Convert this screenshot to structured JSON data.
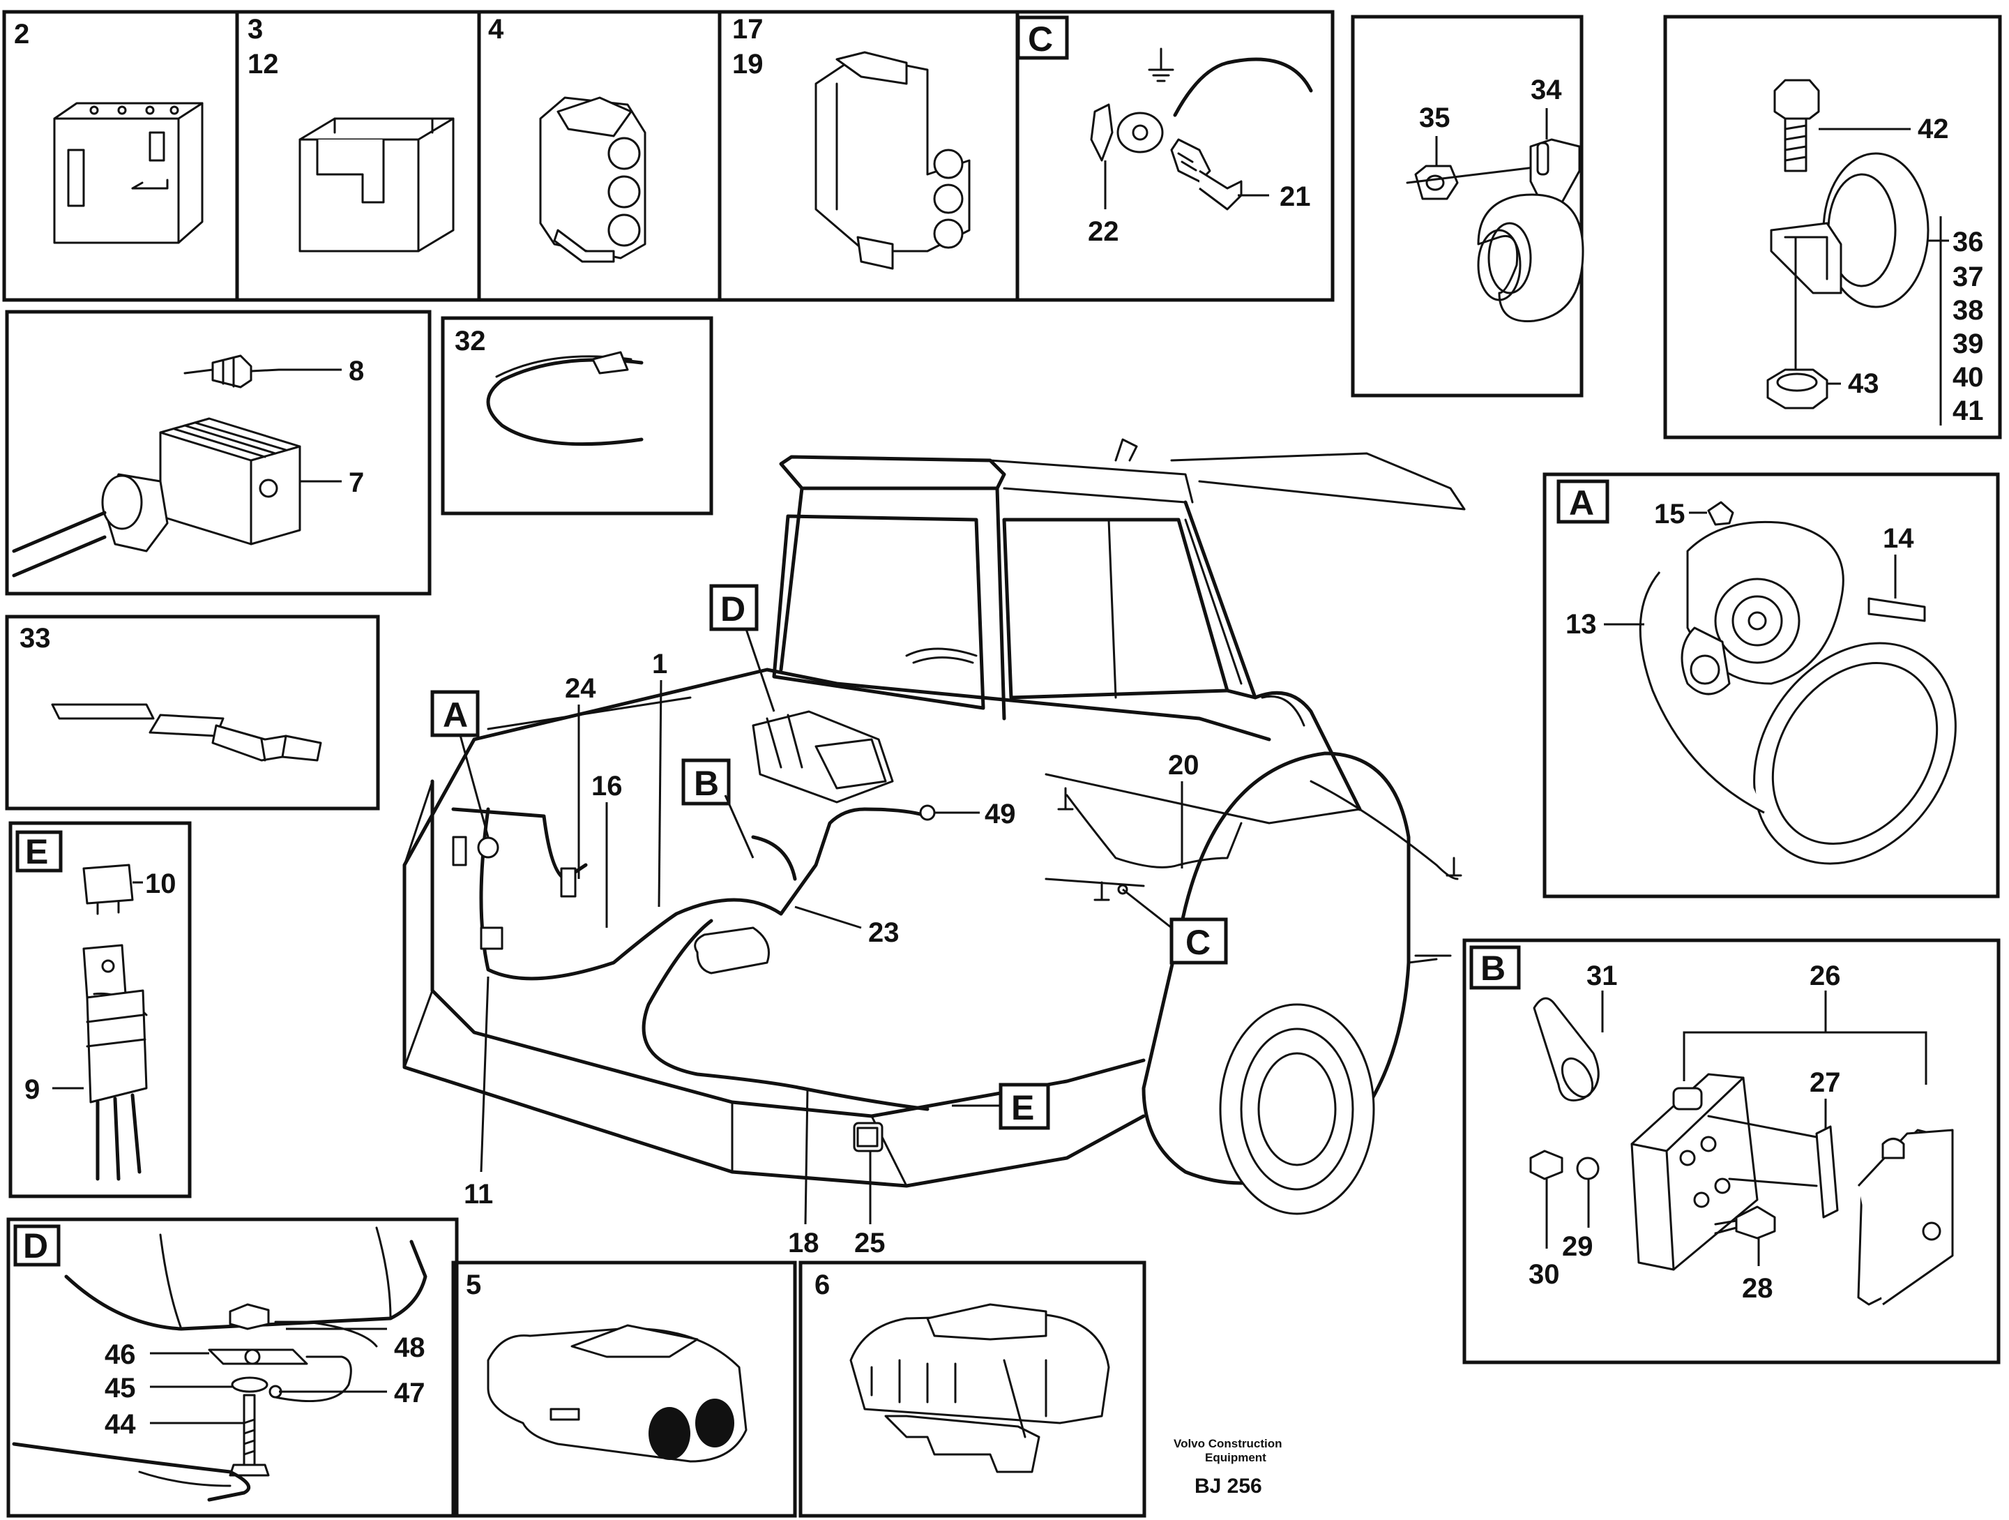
{
  "panels": {
    "p2": {
      "labels": [
        "2"
      ]
    },
    "p3": {
      "labels": [
        "3",
        "12"
      ]
    },
    "p4": {
      "labels": [
        "4"
      ]
    },
    "p17": {
      "labels": [
        "17",
        "19"
      ]
    },
    "pC": {
      "tag": "C",
      "callouts": [
        "22",
        "21"
      ]
    },
    "p34": {
      "callouts": [
        "35",
        "34"
      ]
    },
    "p42": {
      "callouts": [
        "42",
        "43"
      ],
      "range": [
        "36",
        "37",
        "38",
        "39",
        "40",
        "41"
      ]
    },
    "p8": {
      "callouts": [
        "8",
        "7"
      ]
    },
    "p32": {
      "labels": [
        "32"
      ]
    },
    "p33": {
      "labels": [
        "33"
      ]
    },
    "pA": {
      "tag": "A",
      "callouts": [
        "15",
        "14",
        "13"
      ]
    },
    "pE": {
      "tag": "E",
      "callouts": [
        "10",
        "9"
      ]
    },
    "pB": {
      "tag": "B",
      "callouts": [
        "31",
        "26",
        "27",
        "29",
        "30",
        "28"
      ]
    },
    "pD": {
      "tag": "D",
      "callouts": [
        "46",
        "48",
        "45",
        "47",
        "44"
      ]
    },
    "p5": {
      "labels": [
        "5"
      ]
    },
    "p6": {
      "labels": [
        "6"
      ]
    }
  },
  "main": {
    "tags": [
      "D",
      "A",
      "B",
      "C",
      "E"
    ],
    "callouts": [
      "1",
      "24",
      "16",
      "20",
      "49",
      "23",
      "11",
      "18",
      "25"
    ]
  },
  "footer": {
    "brand_line1": "Volvo Construction",
    "brand_line2": "Equipment",
    "drawing_code": "BJ 256"
  }
}
